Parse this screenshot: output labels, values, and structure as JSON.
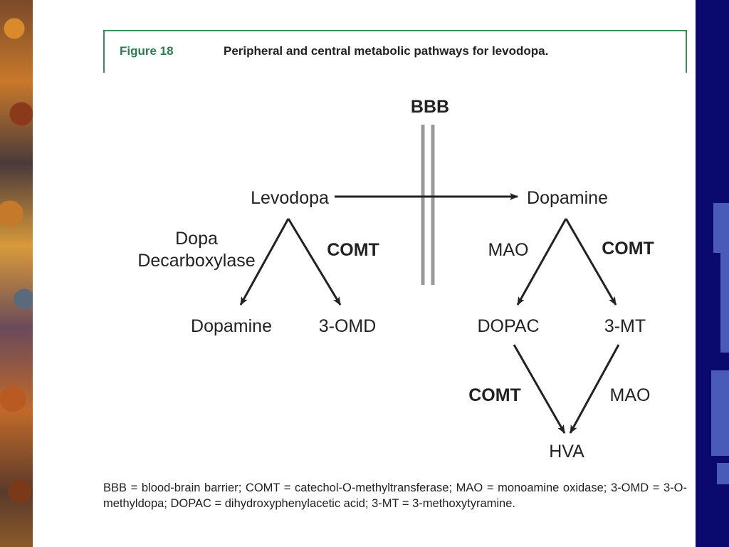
{
  "figure": {
    "label": "Figure 18",
    "title": "Peripheral and central metabolic pathways for levodopa."
  },
  "diagram": {
    "barrier_label": "BBB",
    "nodes": {
      "levodopa": "Levodopa",
      "dopamine_central": "Dopamine",
      "dopamine_peripheral": "Dopamine",
      "omd": "3-OMD",
      "dopac": "DOPAC",
      "mt": "3-MT",
      "hva": "HVA"
    },
    "enzymes": {
      "ddc_line1": "Dopa",
      "ddc_line2": "Decarboxylase",
      "comt_peripheral": "COMT",
      "mao_central": "MAO",
      "comt_central": "COMT",
      "comt_dopac_hva": "COMT",
      "mao_mt_hva": "MAO"
    }
  },
  "footnote": {
    "text": "BBB = blood-brain barrier; COMT = catechol-O-methyltransferase; MAO = monoamine oxidase; 3-OMD = 3-O-methyldopa; DOPAC = dihydroxyphenylacetic acid; 3-MT = 3-methoxytyramine."
  },
  "colors": {
    "figure_label": "#2f7a4f",
    "frame_line": "#3a8a5a",
    "barrier": "#999999",
    "right_band": "#0a0a6e"
  }
}
